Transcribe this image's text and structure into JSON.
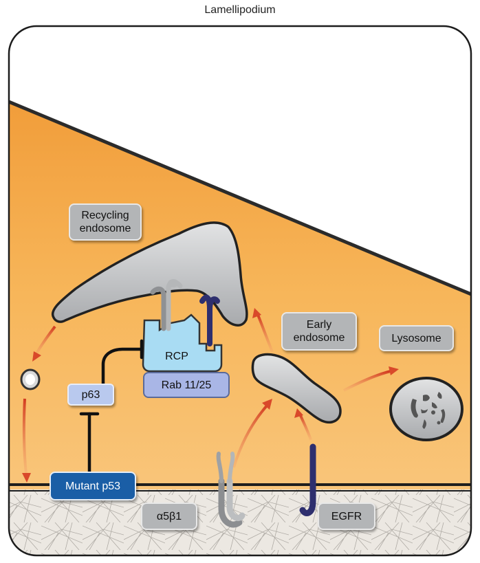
{
  "title": "Lamellipodium",
  "labels": {
    "recycling_endosome": "Recycling endosome",
    "early_endosome": "Early endosome",
    "lysosome": "Lysosome",
    "rcp": "RCP",
    "rab": "Rab 11/25",
    "p63": "p63",
    "mutant_p53": "Mutant p53",
    "integrin": "α5β1",
    "egfr": "EGFR"
  },
  "colors": {
    "cytoplasm": "#f5ad50",
    "membrane_outline": "#333333",
    "substrate": "#ece8e2",
    "endosome_fill": "#c4c6c8",
    "rcp_fill": "#a9dcf3",
    "egfr_color": "#2e2f6e",
    "arrow_color": "#d9492a",
    "mutant_p53_fill": "#1a5ea6"
  }
}
